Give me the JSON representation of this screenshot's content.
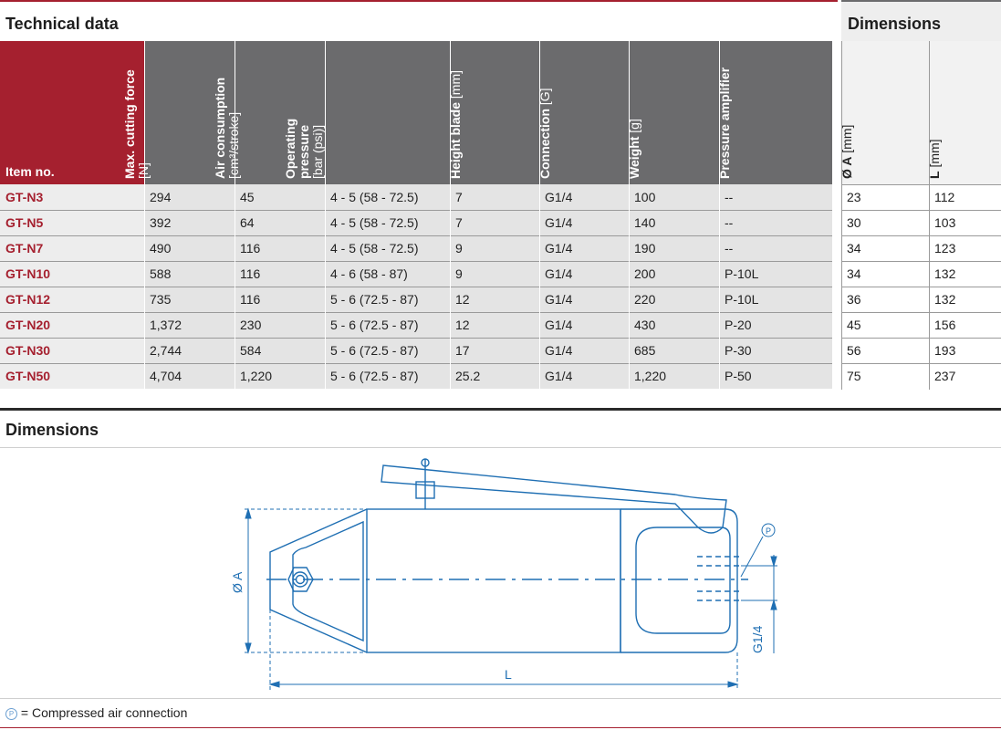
{
  "technical": {
    "title": "Technical data",
    "item_header": "Item no.",
    "columns": [
      {
        "bold": "Max. cutting force",
        "unit": "[N]",
        "two_line": true
      },
      {
        "bold": "Air consumption",
        "unit": "[cm³/stroke]",
        "two_line": true
      },
      {
        "bold": "Operating",
        "bold2": "pressure",
        "unit": "[bar (psi)]",
        "two_line": true
      },
      {
        "bold": "Height blade",
        "unit": "[mm]",
        "two_line": false
      },
      {
        "bold": "Connection",
        "unit": "[G]",
        "two_line": false
      },
      {
        "bold": "Weight",
        "unit": "[g]",
        "two_line": false
      },
      {
        "bold": "Pressure amplifier",
        "unit": "",
        "two_line": false
      }
    ],
    "rows": [
      [
        "GT-N3",
        "294",
        "45",
        "4 - 5 (58 - 72.5)",
        "7",
        "G1/4",
        "100",
        "--"
      ],
      [
        "GT-N5",
        "392",
        "64",
        "4 - 5 (58 - 72.5)",
        "7",
        "G1/4",
        "140",
        "--"
      ],
      [
        "GT-N7",
        "490",
        "116",
        "4 - 5 (58 - 72.5)",
        "9",
        "G1/4",
        "190",
        "--"
      ],
      [
        "GT-N10",
        "588",
        "116",
        "4 - 6 (58 - 87)",
        "9",
        "G1/4",
        "200",
        "P-10L"
      ],
      [
        "GT-N12",
        "735",
        "116",
        "5 - 6 (72.5 - 87)",
        "12",
        "G1/4",
        "220",
        "P-10L"
      ],
      [
        "GT-N20",
        "1,372",
        "230",
        "5 - 6 (72.5 - 87)",
        "12",
        "G1/4",
        "430",
        "P-20"
      ],
      [
        "GT-N30",
        "2,744",
        "584",
        "5 - 6 (72.5 - 87)",
        "17",
        "G1/4",
        "685",
        "P-30"
      ],
      [
        "GT-N50",
        "4,704",
        "1,220",
        "5 - 6 (72.5 - 87)",
        "25.2",
        "G1/4",
        "1,220",
        "P-50"
      ]
    ]
  },
  "dimensions_table": {
    "title": "Dimensions",
    "columns": [
      {
        "bold": "Ø A",
        "unit": "[mm]"
      },
      {
        "bold": "L",
        "unit": "[mm]"
      }
    ],
    "rows": [
      [
        "23",
        "112"
      ],
      [
        "30",
        "103"
      ],
      [
        "34",
        "123"
      ],
      [
        "34",
        "132"
      ],
      [
        "36",
        "132"
      ],
      [
        "45",
        "156"
      ],
      [
        "56",
        "193"
      ],
      [
        "75",
        "237"
      ]
    ]
  },
  "drawing": {
    "title": "Dimensions",
    "label_diameter": "Ø A",
    "label_length": "L",
    "label_connection": "G1/4",
    "label_p": "P"
  },
  "legend": {
    "symbol": "P",
    "text": "= Compressed air connection"
  },
  "colors": {
    "accent": "#a5202f",
    "header_gray": "#6b6b6d",
    "drawing_blue": "#1f6fb3"
  }
}
